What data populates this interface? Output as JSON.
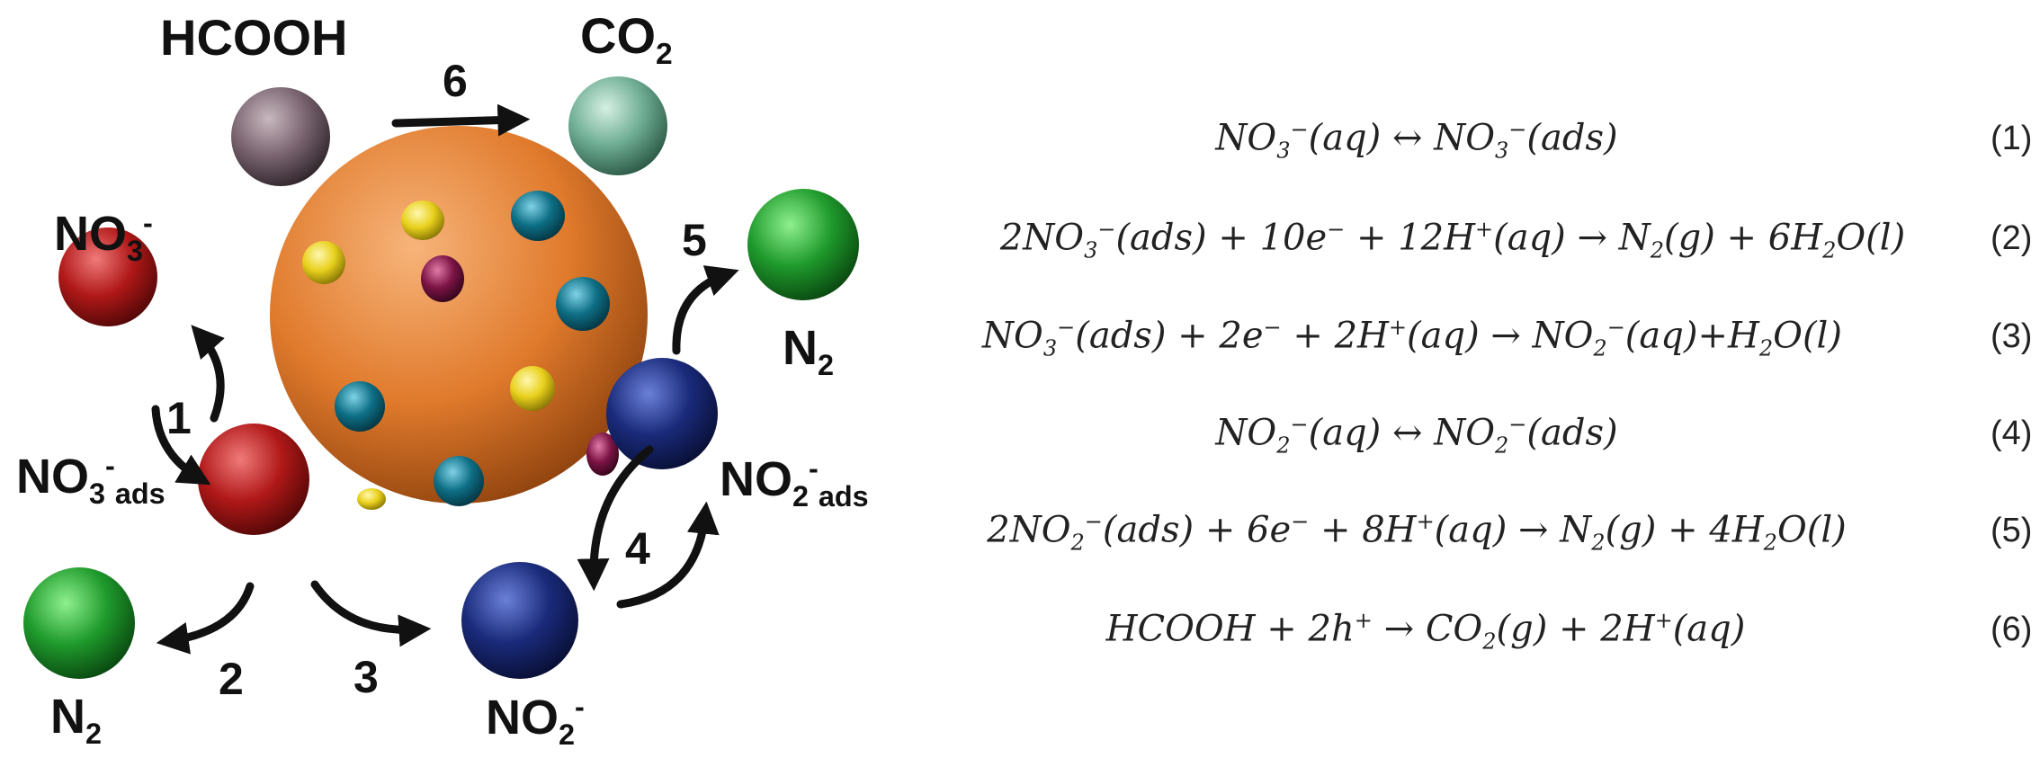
{
  "diagram": {
    "species": {
      "hcooh": "HCOOH",
      "co2_base": "CO",
      "co2_sub": "2",
      "no3_base": "NO",
      "no3_sub": "3",
      "no3_sup": "-",
      "no3ads_base": "NO",
      "no3ads_sub": "3",
      "no3ads_sup": "-",
      "no3ads_tag": "ads",
      "no2_base": "NO",
      "no2_sub": "2",
      "no2_sup": "-",
      "no2ads_base": "NO",
      "no2ads_sub": "2",
      "no2ads_sup": "-",
      "no2ads_tag": "ads",
      "n2_base": "N",
      "n2_sub": "2"
    },
    "steps": [
      "1",
      "2",
      "3",
      "4",
      "5",
      "6"
    ],
    "colors": {
      "catalyst": "#e07a2c",
      "hcooh": "#7a6570",
      "co2": "#6fae94",
      "nitrate": "#b01818",
      "nitrite": "#1a2a7a",
      "n2": "#1f9a2c",
      "yellow_site": "#e8d01c",
      "teal_site": "#0e6f86",
      "purple_site": "#7c1445"
    }
  },
  "equations": [
    {
      "number": "(1)",
      "parts": [
        [
          "t",
          "NO"
        ],
        [
          "sub",
          "3"
        ],
        [
          "sup",
          "−"
        ],
        [
          "t",
          "(aq) ↔ NO"
        ],
        [
          "sub",
          "3"
        ],
        [
          "sup",
          "−"
        ],
        [
          "t",
          "(ads)"
        ]
      ]
    },
    {
      "number": "(2)",
      "parts": [
        [
          "t",
          "2NO"
        ],
        [
          "sub",
          "3"
        ],
        [
          "sup",
          "−"
        ],
        [
          "t",
          "(ads) + 10e"
        ],
        [
          "sup",
          "−"
        ],
        [
          "t",
          " + 12H"
        ],
        [
          "sup",
          "+"
        ],
        [
          "t",
          "(aq) → N"
        ],
        [
          "sub",
          "2"
        ],
        [
          "t",
          "(g) + 6H"
        ],
        [
          "sub",
          "2"
        ],
        [
          "t",
          "O(l)"
        ]
      ]
    },
    {
      "number": "(3)",
      "parts": [
        [
          "t",
          "NO"
        ],
        [
          "sub",
          "3"
        ],
        [
          "sup",
          "−"
        ],
        [
          "t",
          "(ads) + 2e"
        ],
        [
          "sup",
          "−"
        ],
        [
          "t",
          " + 2H"
        ],
        [
          "sup",
          "+"
        ],
        [
          "t",
          "(aq) → NO"
        ],
        [
          "sub",
          "2"
        ],
        [
          "sup",
          "−"
        ],
        [
          "t",
          "(aq)+H"
        ],
        [
          "sub",
          "2"
        ],
        [
          "t",
          "O(l)"
        ]
      ]
    },
    {
      "number": "(4)",
      "parts": [
        [
          "t",
          "NO"
        ],
        [
          "sub",
          "2"
        ],
        [
          "sup",
          "−"
        ],
        [
          "t",
          "(aq) ↔ NO"
        ],
        [
          "sub",
          "2"
        ],
        [
          "sup",
          "−"
        ],
        [
          "t",
          "(ads)"
        ]
      ]
    },
    {
      "number": "(5)",
      "parts": [
        [
          "t",
          "2NO"
        ],
        [
          "sub",
          "2"
        ],
        [
          "sup",
          "−"
        ],
        [
          "t",
          "(ads) + 6e"
        ],
        [
          "sup",
          "−"
        ],
        [
          "t",
          " + 8H"
        ],
        [
          "sup",
          "+"
        ],
        [
          "t",
          "(aq) → N"
        ],
        [
          "sub",
          "2"
        ],
        [
          "t",
          "(g) + 4H"
        ],
        [
          "sub",
          "2"
        ],
        [
          "t",
          "O(l)"
        ]
      ]
    },
    {
      "number": "(6)",
      "parts": [
        [
          "t",
          "HCOOH + 2h"
        ],
        [
          "sup",
          "+"
        ],
        [
          "t",
          " → CO"
        ],
        [
          "sub",
          "2"
        ],
        [
          "t",
          "(g) + 2H"
        ],
        [
          "sup",
          "+"
        ],
        [
          "t",
          "(aq)"
        ]
      ]
    }
  ]
}
